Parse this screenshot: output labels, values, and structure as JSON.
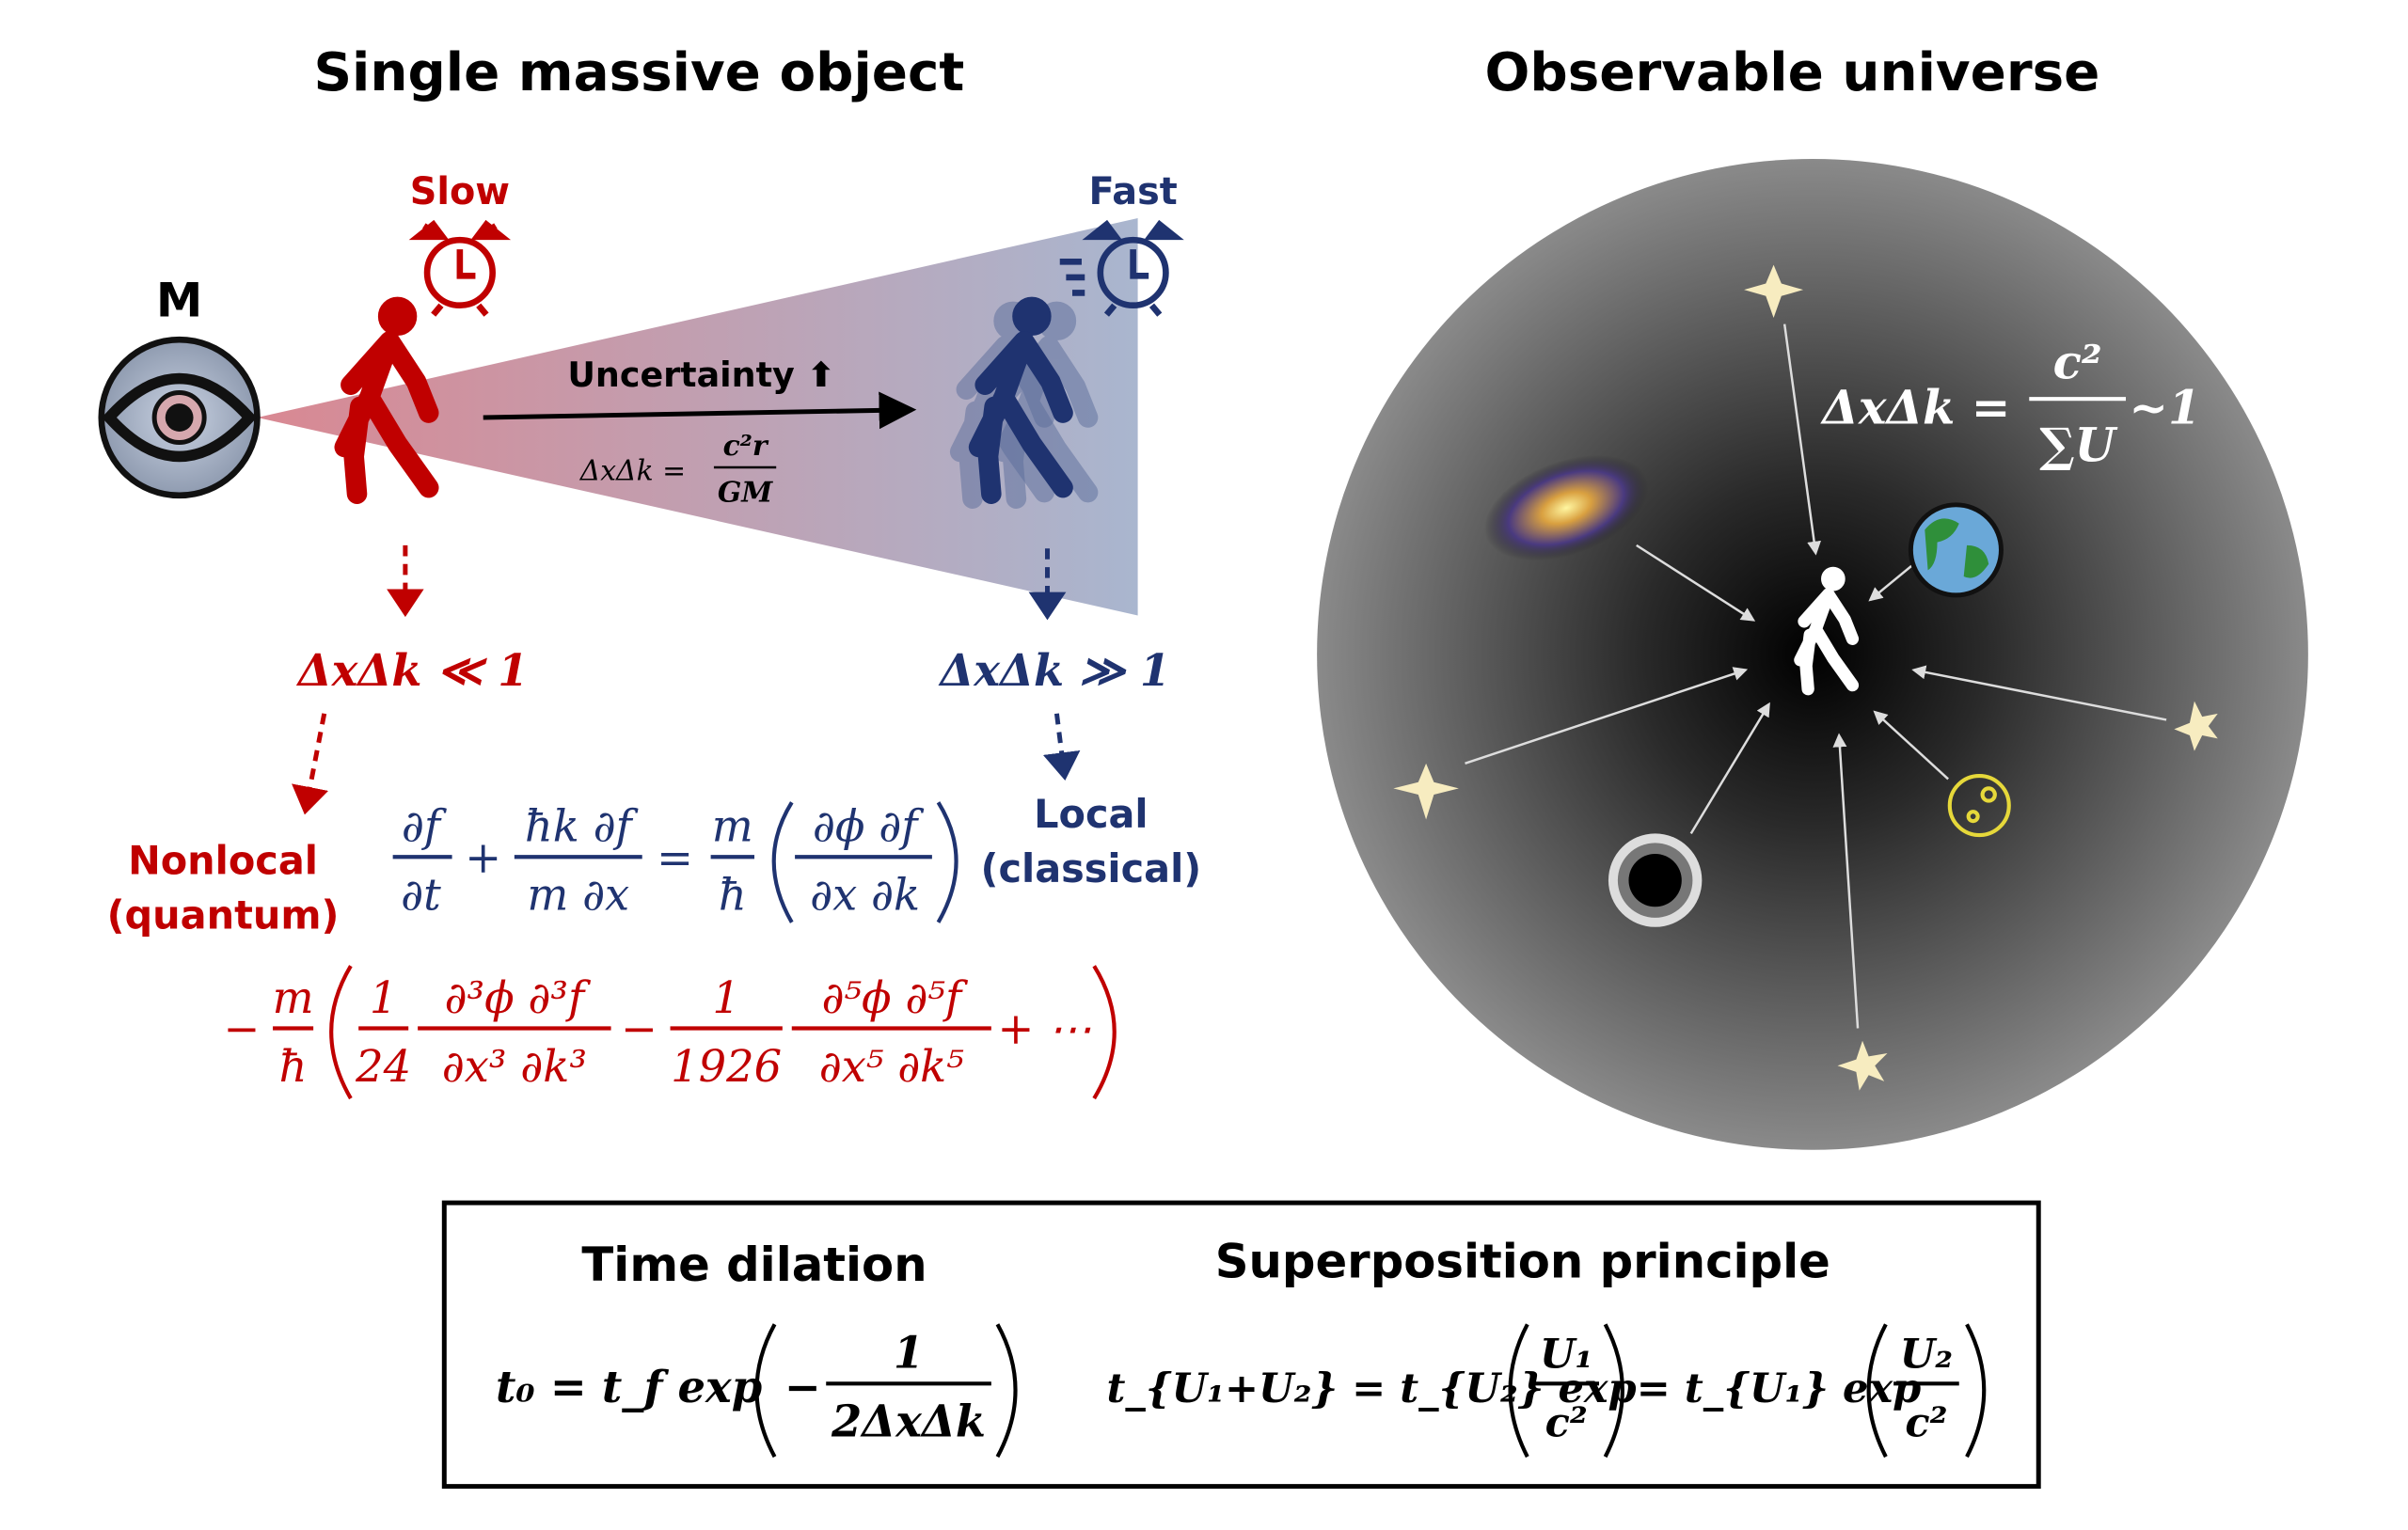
{
  "titles": {
    "left": "Single massive object",
    "right": "Observable universe"
  },
  "left": {
    "mass_label": "M",
    "slow_label": "Slow",
    "fast_label": "Fast",
    "uncertainty_label": "Uncertainty ⬆",
    "uncert_eq": {
      "lhs": "ΔxΔk =",
      "num": "c²r",
      "den": "GM"
    },
    "slow_cond": "ΔxΔk ≪ 1",
    "fast_cond": "ΔxΔk ≫ 1",
    "nonlocal": [
      "Nonlocal",
      "(quantum)"
    ],
    "local": [
      "Local",
      "(classical)"
    ],
    "eq_blue": {
      "t1n": "∂f",
      "t1d": "∂t",
      "plus": "+",
      "t2n": "ħk ∂f",
      "t2d": "m ∂x",
      "eq": "=",
      "t3n": "m",
      "t3d": "ħ",
      "t4n": "∂ϕ ∂f",
      "t4d": "∂x ∂k"
    },
    "eq_red": {
      "minus": "−",
      "an": "m",
      "ad": "ħ",
      "bn": "1",
      "bd": "24",
      "cn": "∂³ϕ ∂³f",
      "cd": "∂x³ ∂k³",
      "minus2": "−",
      "dn": "1",
      "dd": "1926",
      "en": "∂⁵ϕ ∂⁵f",
      "ed": "∂x⁵ ∂k⁵",
      "tail": "+ ⋯"
    }
  },
  "right": {
    "eq": {
      "lhs": "ΔxΔk =",
      "num": "c²",
      "den": "∑U",
      "tail": "~1"
    }
  },
  "box": {
    "time_dilation_title": "Time dilation",
    "superposition_title": "Superposition principle",
    "td_eq": {
      "lhs": "t₀ = t_f exp",
      "minus": "−",
      "num": "1",
      "den": "2ΔxΔk"
    },
    "sp_eq": {
      "lhs": "t_{U₁+U₂} = t_{U₂} exp",
      "n1": "U₁",
      "d1": "c²",
      "mid": "= t_{U₁} exp",
      "n2": "U₂",
      "d2": "c²"
    }
  },
  "colors": {
    "red": "#c00000",
    "navy": "#1f3370",
    "cone_start": "#d98892",
    "cone_end": "#a9b6cf"
  }
}
